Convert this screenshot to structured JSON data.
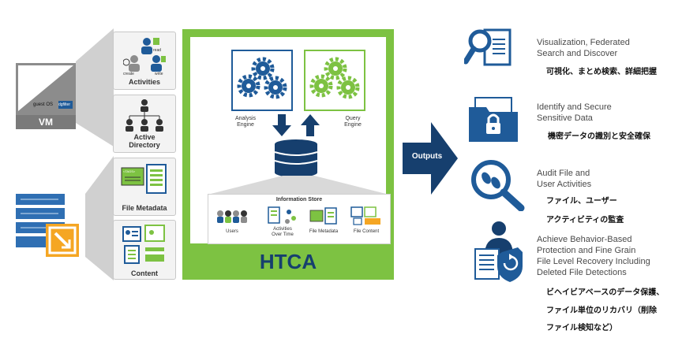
{
  "vm": {
    "label": "VM",
    "guest_os": "guest OS",
    "dgfilter": "dgfilter"
  },
  "cards": {
    "activities": {
      "label": "Activities",
      "read": "read",
      "create": "create",
      "write": "write"
    },
    "active_directory": {
      "label_line1": "Active",
      "label_line2": "Directory"
    },
    "file_metadata": {
      "label": "File Metadata",
      "tag": "<TAGS>"
    },
    "content": {
      "label": "Content"
    }
  },
  "htca": {
    "title": "HTCA",
    "analysis_engine": [
      "Analysis",
      "Engine"
    ],
    "query_engine": [
      "Query",
      "Engine"
    ],
    "information_store": "Information Store",
    "store_items": [
      {
        "label": "Users"
      },
      {
        "label": "Activities",
        "label2": "Over Time"
      },
      {
        "label": "File Metadata"
      },
      {
        "label": "File Content"
      }
    ]
  },
  "outputs_label": "Outputs",
  "outputs": [
    {
      "lines": [
        "Visualization, Federated",
        "Search and Discover"
      ],
      "jp": [
        "可視化、まとめ検索、詳細把握"
      ]
    },
    {
      "lines": [
        "Identify and Secure",
        "Sensitive Data"
      ],
      "jp": [
        "機密データの識別と安全確保"
      ]
    },
    {
      "lines": [
        "Audit File and",
        "User Activities"
      ],
      "jp": [
        "ファイル、ユーザー",
        "アクティビティの監査"
      ]
    },
    {
      "lines": [
        "Achieve Behavior-Based",
        "Protection and Fine Grain",
        "File Level Recovery Including",
        "Deleted File Detections"
      ],
      "jp": [
        "ビヘイビアベースのデータ保護、",
        "ファイル単位のリカバリ（削除",
        "ファイル検知など）"
      ]
    }
  ],
  "colors": {
    "green": "#7dc242",
    "blue": "#1f5b99",
    "dark_blue": "#163f6e",
    "orange": "#f5a623"
  }
}
